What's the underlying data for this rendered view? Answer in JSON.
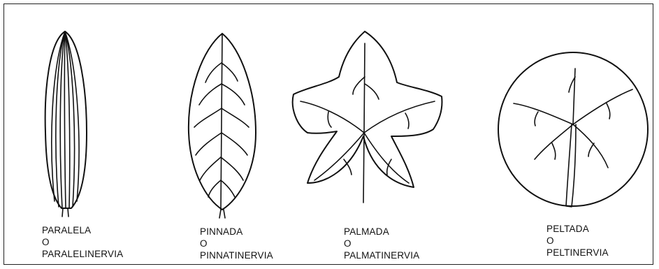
{
  "leaves": [
    {
      "name": "paralela",
      "line1": "PARALELA",
      "line2": "O",
      "line3": "PARALELINERVIA"
    },
    {
      "name": "pinnada",
      "line1": "PINNADA",
      "line2": "O",
      "line3": "PINNATINERVIA"
    },
    {
      "name": "palmada",
      "line1": "PALMADA",
      "line2": "O",
      "line3": "PALMATINERVIA"
    },
    {
      "name": "peltada",
      "line1": "PELTADA",
      "line2": "O",
      "line3": "PELTINERVIA"
    }
  ]
}
